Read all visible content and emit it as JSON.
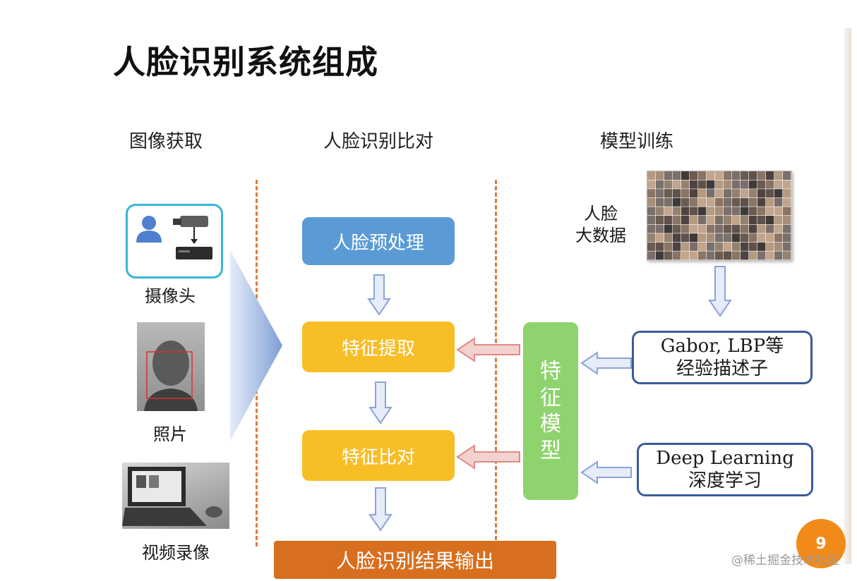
{
  "title": "人脸识别系统组成",
  "columns": {
    "acquisition": "图像获取",
    "comparison": "人脸识别比对",
    "training": "模型训练"
  },
  "acquisition": {
    "camera_label": "摄像头",
    "photo_label": "照片",
    "video_label": "视频录像"
  },
  "pipeline": {
    "preprocess": "人脸预处理",
    "feature_extract": "特征提取",
    "feature_compare": "特征比对",
    "result_output": "人脸识别结果输出"
  },
  "training": {
    "big_data_line1": "人脸",
    "big_data_line2": "大数据",
    "feature_model": [
      "特",
      "征",
      "模",
      "型"
    ],
    "descriptor_line1": "Gabor, LBP等",
    "descriptor_line2": "经验描述子",
    "deep_line1": "Deep Learning",
    "deep_line2": "深度学习"
  },
  "page_number": "9",
  "watermark": "@稀土掘金技术社区",
  "colors": {
    "preprocess": "#5b9bd5",
    "feature_boxes": "#f7be26",
    "output_bar": "#d86f1e",
    "feature_model": "#8fd36e",
    "input_border": "#3a5b9a",
    "divider": "#e07a3c",
    "page_badge": "#f28a1a"
  },
  "icons": {
    "user": "user-icon",
    "camera": "cctv-camera-icon",
    "recorder": "video-recorder-icon"
  }
}
